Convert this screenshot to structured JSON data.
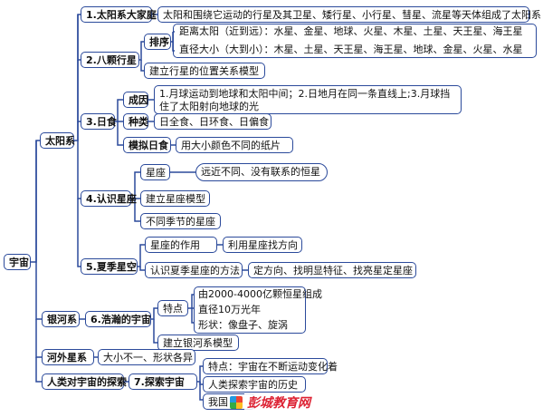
{
  "root": "宇宙",
  "branches": {
    "solar": {
      "label": "太阳系",
      "family": {
        "label": "1.太阳系大家庭",
        "desc": "太阳和围绕它运动的行星及其卫星、矮行星、小行星、彗星、流星等天体组成了太阳系"
      },
      "planets": {
        "label": "2.八颗行星",
        "order": {
          "label": "排序",
          "by_distance": "距离太阳（近到远）：水星、金星、地球、火星、木星、土星、天王星、海王星",
          "by_size": "直径大小（大到小）：木星、土星、天王星、海王星、地球、金星、火星、水星"
        },
        "model": "建立行星的位置关系模型"
      },
      "eclipse": {
        "label": "3.日食",
        "cause_label": "成因",
        "cause": "1.月球运动到地球和太阳中间；2.日地月在同一条直线上;3.月球挡住了太阳射向地球的光",
        "types_label": "种类",
        "types": "日全食、日环食、日偏食",
        "simulate_label": "模拟日食",
        "simulate": "用大小颜色不同的纸片"
      },
      "constellation": {
        "label": "4.认识星座",
        "star_label": "星座",
        "star_desc": "远近不同、没有联系的恒星",
        "model": "建立星座模型",
        "seasons": "不同季节的星座"
      },
      "summer": {
        "label": "5.夏季星空",
        "role_label": "星座的作用",
        "role": "利用星座找方向",
        "method_label": "认识夏季星座的方法",
        "method": "定方向、找明显特征、找亮星定星座"
      }
    },
    "galaxy": {
      "label": "银河系",
      "vast": {
        "label": "6.浩瀚的宇宙",
        "features_label": "特点",
        "features": [
          "由2000-4000亿颗恒星组成",
          "直径10万光年",
          "形状：像盘子、旋涡"
        ],
        "model": "建立银河系模型"
      }
    },
    "extragalactic": {
      "label": "河外星系",
      "desc": "大小不一、形状各异"
    },
    "exploration": {
      "label": "人类对宇宙的探索",
      "explore": {
        "label": "7.探索宇宙",
        "feature": "特点：宇宙在不断运动变化着",
        "history": "人类探索宇宙的历史",
        "china": "我国"
      }
    }
  },
  "watermark": {
    "text": "彭城教育网",
    "icon": "watermark-logo-icon"
  }
}
